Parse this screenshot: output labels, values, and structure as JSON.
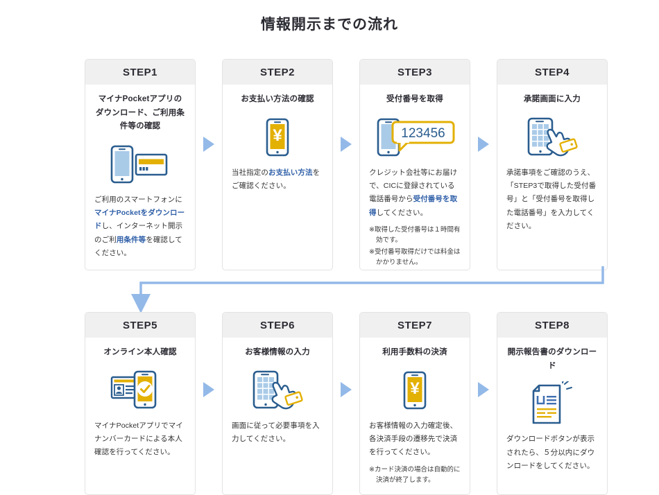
{
  "title": "情報開示までの流れ",
  "colors": {
    "accent_blue": "#2f5fa8",
    "icon_navy": "#2a5d8f",
    "icon_yellow": "#e3b004",
    "icon_lightblue": "#aacbe8",
    "arrow_blue": "#93b9e8",
    "header_bg": "#f0f0f0",
    "card_border": "#e3e3e3"
  },
  "arrow_glyph": "triangle-right",
  "steps": [
    {
      "header": "STEP1",
      "subtitle": "マイナPocketアプリの\nダウンロード、ご利用条件\n等の確認",
      "icon": "smartphone-and-card-icon",
      "desc_parts": [
        {
          "text": "ご利用のスマートフォンに",
          "highlight": false
        },
        {
          "text": "マイナPocketをダウンロード",
          "highlight": true
        },
        {
          "text": "し、インターネット開示のご利",
          "highlight": false
        },
        {
          "text": "用条件等",
          "highlight": true
        },
        {
          "text": "を確認してください。",
          "highlight": false
        }
      ],
      "notes": []
    },
    {
      "header": "STEP2",
      "subtitle": "お支払い方法の確認",
      "icon": "smartphone-yen-icon",
      "desc_parts": [
        {
          "text": "当社指定の",
          "highlight": false
        },
        {
          "text": "お支払い方法",
          "highlight": true
        },
        {
          "text": "をご確認ください。",
          "highlight": false
        }
      ],
      "notes": []
    },
    {
      "header": "STEP3",
      "subtitle": "受付番号を取得",
      "icon": "smartphone-number-bubble-icon",
      "icon_text": "123456",
      "desc_parts": [
        {
          "text": "クレジット会社等にお届けで、CICに登録されている電話番号から",
          "highlight": false
        },
        {
          "text": "受付番号を取得",
          "highlight": true
        },
        {
          "text": "してください。",
          "highlight": false
        }
      ],
      "notes": [
        "※取得した受付番号は１時間有効です。",
        "※受付番号取得だけでは料金はかかりません。"
      ]
    },
    {
      "header": "STEP4",
      "subtitle": "承諾画面に入力",
      "icon": "smartphone-hand-tap-icon",
      "desc_parts": [
        {
          "text": "承諾事項をご確認のうえ、「STEP3で取得した受付番号」と「受付番号を取得した電話番号」を入力してください。",
          "highlight": false
        }
      ],
      "notes": []
    },
    {
      "header": "STEP5",
      "subtitle": "オンライン本人確認",
      "icon": "id-card-and-smartphone-check-icon",
      "desc_parts": [
        {
          "text": "マイナPocketアプリでマイナンバーカードによる本人確認を行ってください。",
          "highlight": false
        }
      ],
      "notes": []
    },
    {
      "header": "STEP6",
      "subtitle": "お客様情報の入力",
      "icon": "smartphone-hand-tap-icon",
      "desc_parts": [
        {
          "text": "画面に従って必要事項を入力してください。",
          "highlight": false
        }
      ],
      "notes": []
    },
    {
      "header": "STEP7",
      "subtitle": "利用手数料の決済",
      "icon": "smartphone-yen-icon",
      "desc_parts": [
        {
          "text": "お客様情報の入力確定後、各決済手段の遷移先で決済を行ってください。",
          "highlight": false
        }
      ],
      "notes": [
        "※カード決済の場合は自動的に決済が終了します。"
      ]
    },
    {
      "header": "STEP8",
      "subtitle": "開示報告書のダウンロード",
      "icon": "document-download-icon",
      "desc_parts": [
        {
          "text": "ダウンロードボタンが表示されたら、５分以内にダウンロードをしてください。",
          "highlight": false
        }
      ],
      "notes": []
    }
  ]
}
